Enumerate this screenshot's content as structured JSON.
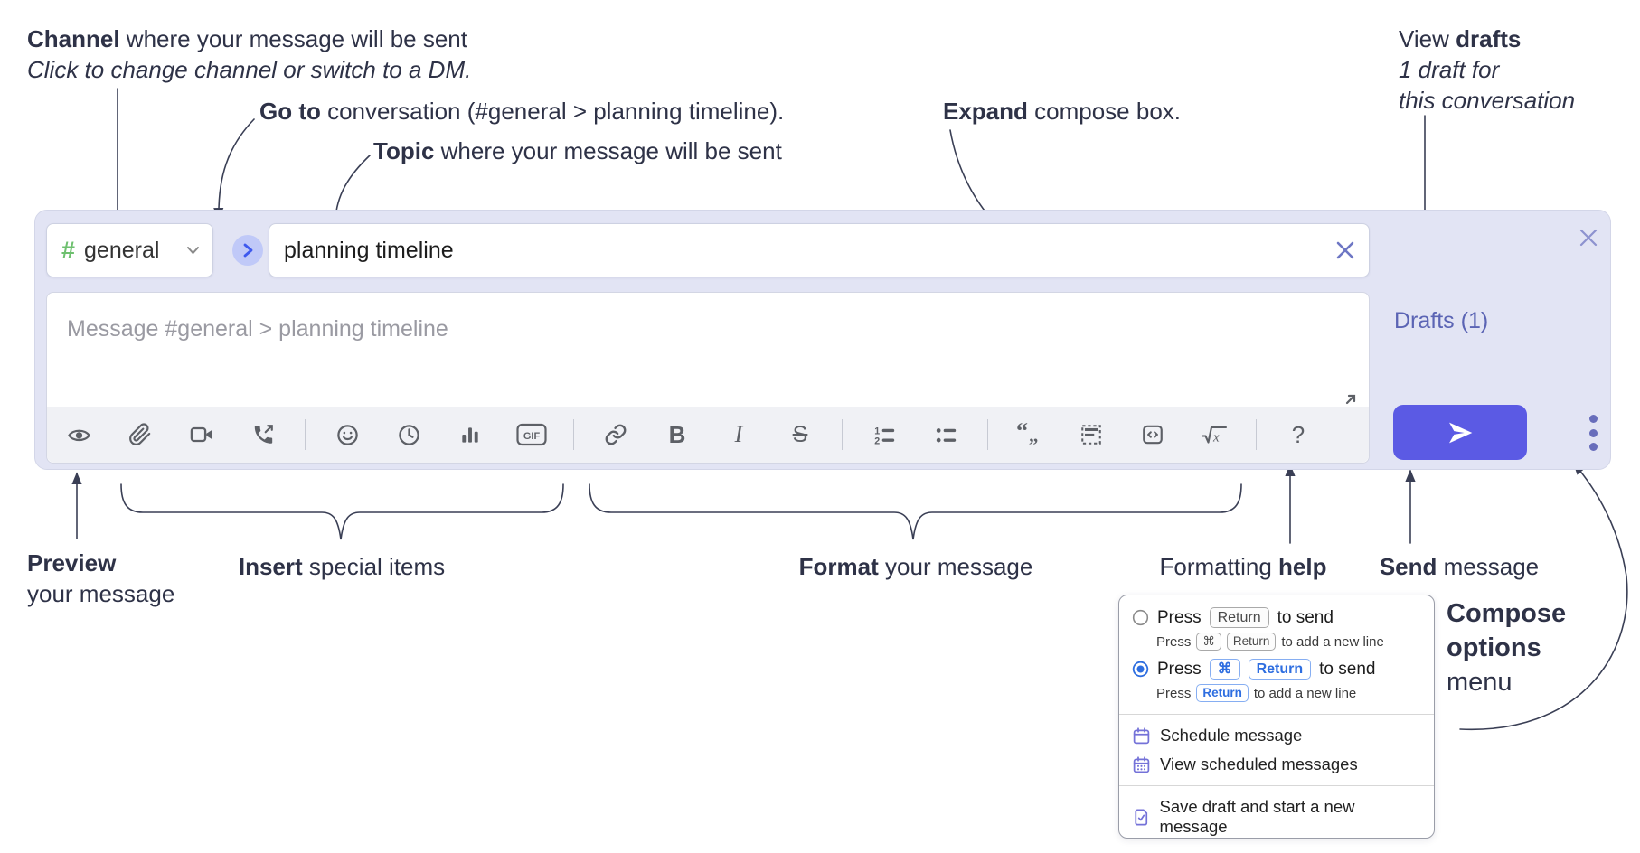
{
  "annotations": {
    "channel": {
      "bold": "Channel",
      "text": " where your message will be sent",
      "subtext": "Click to change channel or switch to a DM."
    },
    "go_to": {
      "bold": "Go to",
      "text": " conversation (#general > planning timeline)."
    },
    "topic": {
      "bold": "Topic",
      "text": " where your message will be sent"
    },
    "expand": {
      "bold": "Expand",
      "text": " compose box."
    },
    "view_drafts": {
      "pre": "View ",
      "bold": "drafts",
      "line2": "1 draft for",
      "line3": "this conversation"
    },
    "preview": {
      "bold": "Preview",
      "line2": "your message"
    },
    "insert": {
      "bold": "Insert",
      "text": " special items"
    },
    "format": {
      "bold": "Format",
      "text": " your message"
    },
    "formatting_help": {
      "pre": "Formatting ",
      "bold": "help"
    },
    "send": {
      "bold": "Send",
      "text": " message"
    },
    "compose_options": {
      "line1": "Compose",
      "line2": "options",
      "line3": "menu"
    }
  },
  "compose": {
    "channel_name": "general",
    "hash_symbol": "#",
    "topic_value": "planning timeline",
    "message_placeholder": "Message #general > planning timeline",
    "drafts_label": "Drafts (1)",
    "gif_label": "GIF",
    "help_label": "?",
    "bold_label": "B",
    "italic_label": "I",
    "strike_label": "S",
    "toolbar_icons": [
      "preview-eye",
      "attach-paperclip",
      "video-call",
      "voice-call",
      "emoji-smiley",
      "schedule-clock",
      "poll-bar-chart",
      "gif",
      "link",
      "bold",
      "italic",
      "strikethrough",
      "numbered-list",
      "bulleted-list",
      "quote",
      "spoiler",
      "code",
      "math-latex",
      "help"
    ]
  },
  "popup": {
    "opt1": {
      "press": "Press",
      "key1": "Return",
      "suffix": "to send",
      "sub_press": "Press",
      "sub_key1": "⌘",
      "sub_key2": "Return",
      "sub_suffix": "to add a new line"
    },
    "opt2": {
      "press": "Press",
      "key1": "⌘",
      "key2": "Return",
      "suffix": "to send",
      "sub_press": "Press",
      "sub_key1": "Return",
      "sub_suffix": "to add a new line"
    },
    "items": [
      {
        "label": "Schedule message",
        "icon": "calendar-icon"
      },
      {
        "label": "View scheduled messages",
        "icon": "calendar-grid-icon"
      },
      {
        "label": "Save draft and start a new message",
        "icon": "save-draft-icon"
      }
    ]
  },
  "colors": {
    "container_bg": "#e2e4f4",
    "toolbar_bg": "#f0f1f5",
    "hash_green": "#6ec06f",
    "send_button": "#5b5ae4",
    "drafts_link": "#5b64b4",
    "icon_gray": "#5d6066",
    "goto_circle_bg": "#c0c9f8",
    "goto_chevron": "#3e59ee",
    "popup_accent_blue": "#2e6ee0",
    "menu_icon_purple": "#7472d8",
    "annotation_ink": "#2e3247"
  }
}
